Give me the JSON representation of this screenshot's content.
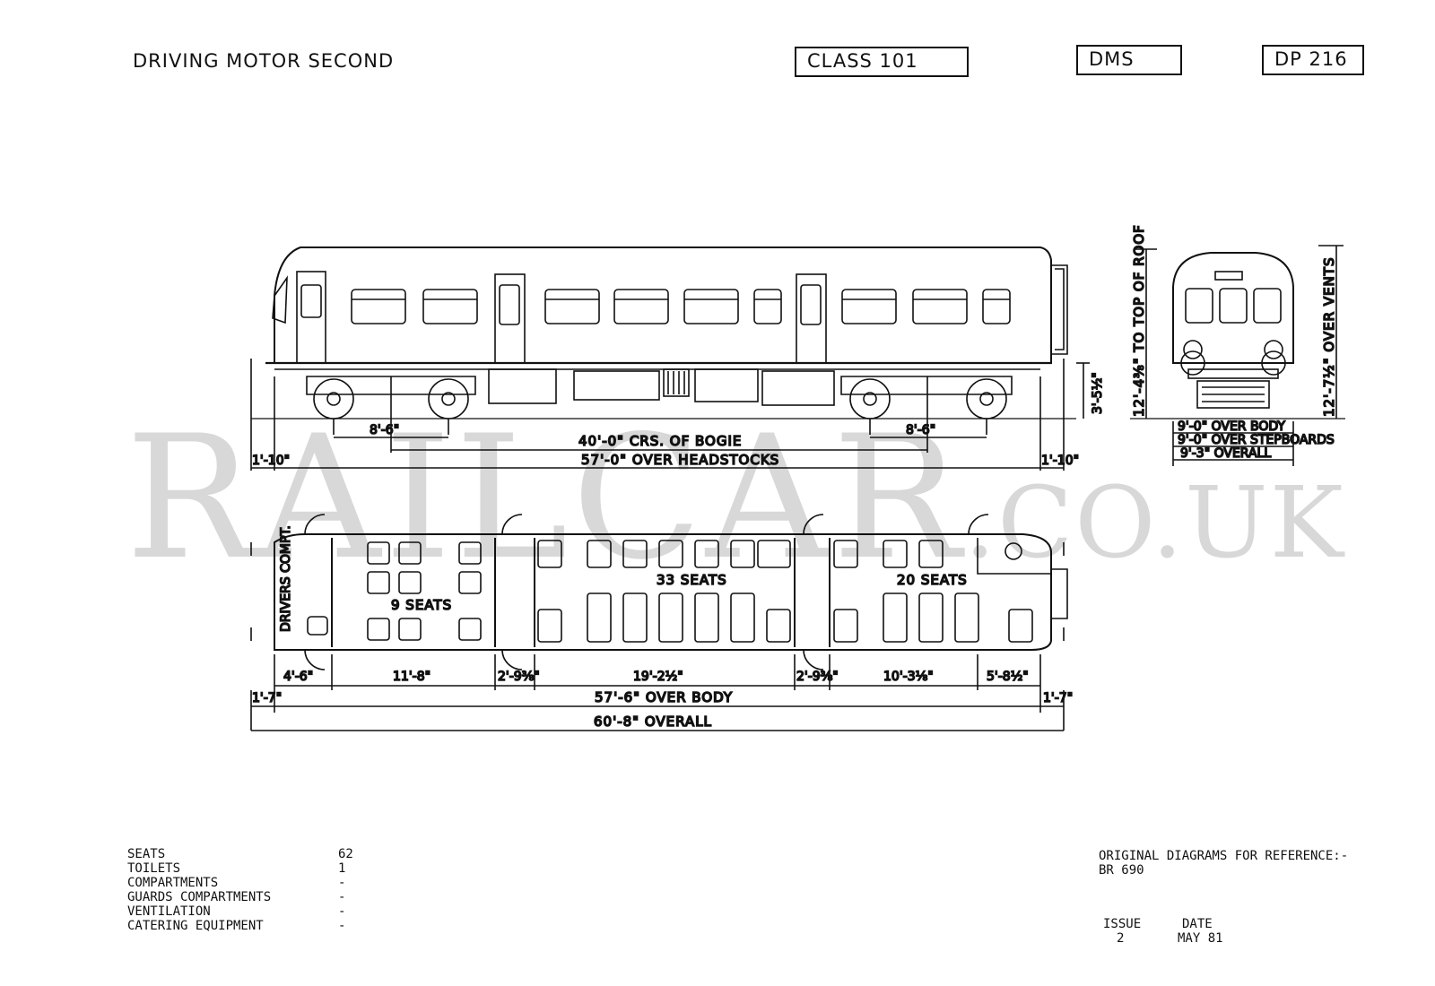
{
  "header": {
    "title": "DRIVING MOTOR SECOND",
    "class_box": "CLASS 101",
    "type_box": "DMS",
    "diagram_box": "DP 216"
  },
  "watermark": {
    "main": "RAILCAR",
    "suffix": ".CO.UK"
  },
  "side_elevation": {
    "bogie_wheelbase_left": "8'-6\"",
    "bogie_wheelbase_right": "8'-6\"",
    "bogie_centres": "40'-0\" CRS. OF BOGIE",
    "over_headstocks": "57'-0\" OVER HEADSTOCKS",
    "end_left": "1'-10\"",
    "end_right": "1'-10\"",
    "floor_height": "3'-5½\""
  },
  "end_elevation": {
    "top_of_roof": "12'-4⅜\" TO TOP OF ROOF",
    "over_vents": "12'-7½\" OVER VENTS",
    "over_body": "9'-0\" OVER BODY",
    "over_stepboards": "9'-0\" OVER STEPBOARDS",
    "overall": "9'-3\" OVERALL"
  },
  "plan": {
    "drivers_compt": "DRIVERS COMPT.",
    "seats_section_1": "9 SEATS",
    "seats_section_2": "33 SEATS",
    "seats_section_3": "20 SEATS",
    "dims": [
      "4'-6\"",
      "11'-8\"",
      "2'-9⅜\"",
      "19'-2½\"",
      "2'-9⅜\"",
      "10'-3⅛\"",
      "5'-8½\""
    ],
    "end_left": "1'-7\"",
    "end_right": "1'-7\"",
    "over_body": "57'-6\" OVER BODY",
    "overall": "60'-8\" OVERALL"
  },
  "facilities": [
    {
      "label": "SEATS",
      "value": "62"
    },
    {
      "label": "TOILETS",
      "value": "1"
    },
    {
      "label": "COMPARTMENTS",
      "value": "-"
    },
    {
      "label": "GUARDS COMPARTMENTS",
      "value": "-"
    },
    {
      "label": "VENTILATION",
      "value": "-"
    },
    {
      "label": "CATERING EQUIPMENT",
      "value": "-"
    }
  ],
  "reference": {
    "line1": "ORIGINAL DIAGRAMS FOR REFERENCE:-",
    "line2": "BR 690",
    "issue_label": "ISSUE",
    "issue_value": "2",
    "date_label": "DATE",
    "date_value": "MAY 81"
  },
  "colors": {
    "ink": "#111111",
    "paper": "#ffffff",
    "watermark": "#d8d8d8"
  }
}
